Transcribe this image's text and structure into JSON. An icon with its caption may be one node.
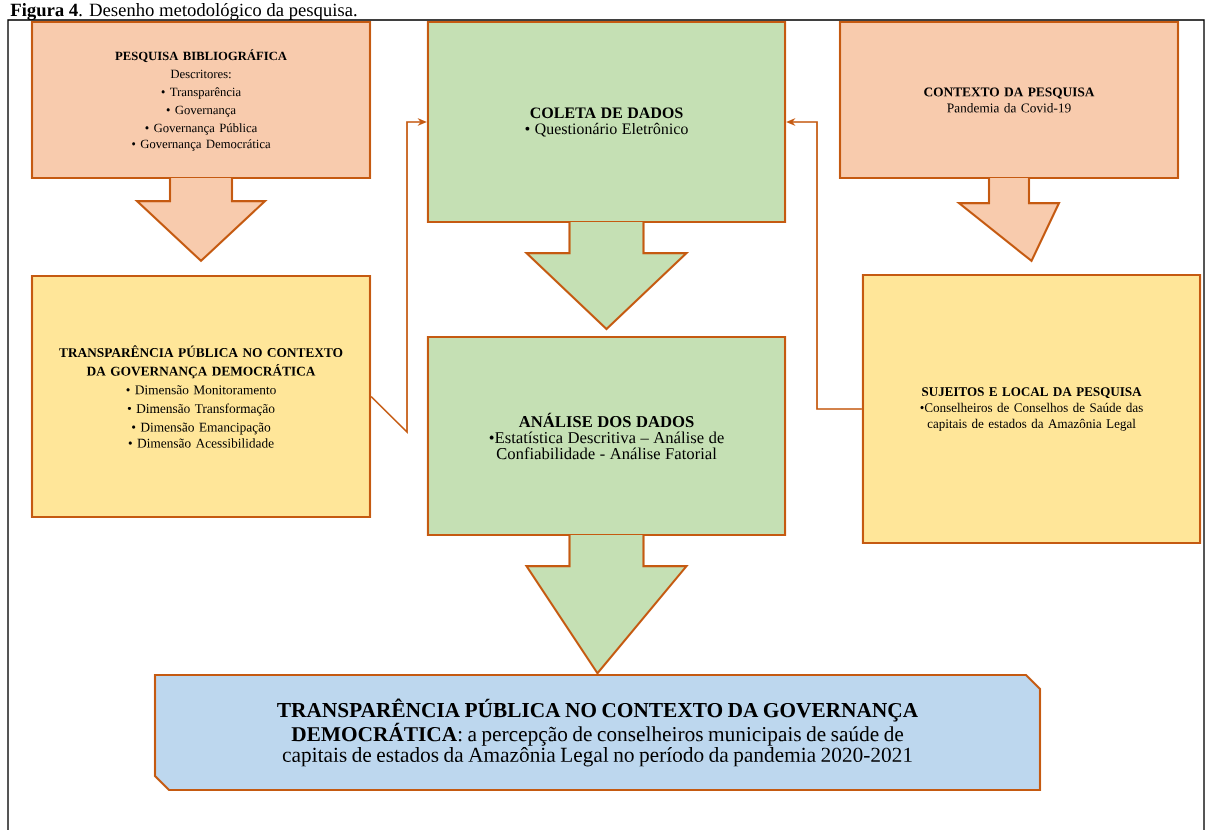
{
  "diagram": {
    "title": "**Figura 4**. Desenho metodológico da pesquisa.",
    "nodes": [
      {
        "text": [
          "PESQUISA BIBLIOGRÁFICA",
          "Descritores:",
          "• Transparência",
          "• Governança",
          "• Governança Pública",
          "• Governança Democrática"
        ]
      },
      {
        "text": [
          "TRANSPARÊNCIA PÚBLICA NO CONTEXTO DA GOVERNANÇA DEMOCRÁTICA",
          "• Dimensão Monitoramento",
          "• Dimensão Transformação",
          "• Dimensão Emancipação",
          "• Dimensão Acessibilidade"
        ]
      },
      {
        "text": [
          "COLETA DE DADOS",
          "• Questionário Eletrônico"
        ]
      },
      {
        "text": [
          "ANÁLISE DOS DADOS",
          "•Estatística Descritiva – Análise de Confiabilidade - Análise Fatorial"
        ]
      },
      {
        "text": [
          "CONTEXTO DA PESQUISA",
          "Pandemia da Covid-19"
        ]
      },
      {
        "text": [
          "SUJEITOS E LOCAL DA PESQUISA",
          "•Conselheiros de Conselhos de Saúde das capitais de estados da Amazônia Legal"
        ]
      },
      {
        "text": [
          "**TRANSPARÊNCIA PÚBLICA NO CONTEXTO DA GOVERNANÇA DEMOCRÁTICA**: a percepção de conselheiros municipais de saúde de capitais de estados da Amazônia Legal no período da pandemia 2020-2021"
        ]
      }
    ],
    "edges": [
      {
        "from": 0,
        "to": 1,
        "arrow": "to"
      },
      {
        "from": 1,
        "to": 2,
        "arrow": "to"
      },
      {
        "from": 2,
        "to": 3,
        "arrow": "to"
      },
      {
        "from": 4,
        "to": 5,
        "arrow": "to"
      },
      {
        "from": 5,
        "to": 2,
        "arrow": "to"
      },
      {
        "from": 3,
        "to": 6,
        "arrow": "to"
      }
    ]
  }
}
